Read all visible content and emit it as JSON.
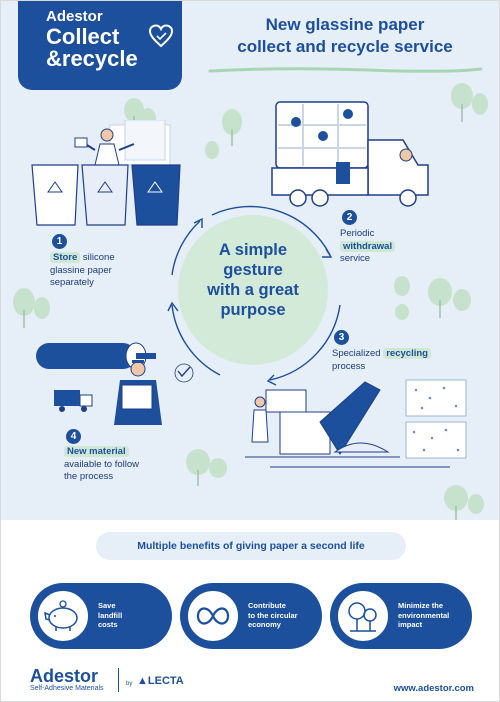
{
  "header": {
    "brand": "Adestor",
    "logo_line1": "Collect",
    "logo_line2": "&recycle",
    "title_line1": "New glassine paper",
    "title_line2": "collect and recycle service"
  },
  "center": {
    "line1": "A simple",
    "line2": "gesture",
    "line3": "with a great",
    "line4": "purpose"
  },
  "steps": [
    {
      "number": "1",
      "highlight": "Store",
      "text_after": " silicone",
      "line2": "glassine paper",
      "line3": "separately"
    },
    {
      "number": "2",
      "line1": "Periodic",
      "highlight": "withdrawal",
      "line3": "service"
    },
    {
      "number": "3",
      "line1": "Specialized ",
      "highlight": "recycling",
      "line2": "process"
    },
    {
      "number": "4",
      "highlight": "New material",
      "line2": "available to follow",
      "line3": "the process"
    }
  ],
  "benefits": {
    "banner": "Multiple benefits of giving paper a second life",
    "items": [
      {
        "line1": "Save",
        "line2": "landfill",
        "line3": "costs",
        "icon": "piggy-bank-icon"
      },
      {
        "line1": "Contribute",
        "line2": "to the circular",
        "line3": "economy",
        "icon": "infinity-icon"
      },
      {
        "line1": "Minimize the",
        "line2": "environmental",
        "line3": "impact",
        "icon": "trees-icon"
      }
    ]
  },
  "footer": {
    "brand": "Adestor",
    "tagline": "Self-Adhesive Materials",
    "by": "by",
    "partner": "LECTA",
    "url": "www.adestor.com"
  },
  "colors": {
    "primary": "#1c4f9c",
    "background": "#e6eef7",
    "accent_green": "#d3ead9",
    "tree_green": "#c6e2cd"
  }
}
